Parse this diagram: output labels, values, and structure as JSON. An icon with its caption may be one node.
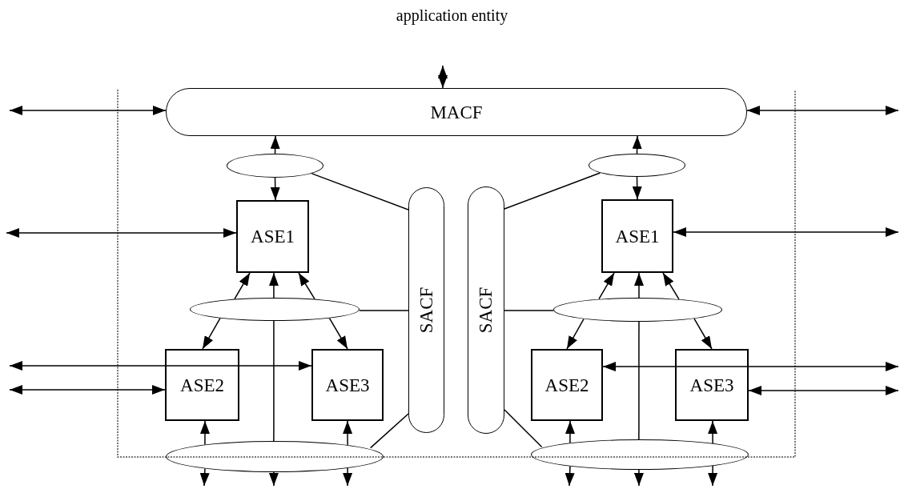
{
  "diagram": {
    "title": "application entity",
    "nodes": [
      {
        "text": [
          "MACF"
        ]
      },
      {
        "text": [],
        "shape": "ellipse"
      },
      {
        "text": [],
        "shape": "ellipse"
      },
      {
        "text": [
          "SACF"
        ]
      },
      {
        "text": [
          "SACF"
        ]
      },
      {
        "text": [
          "ASE1"
        ]
      },
      {
        "text": [
          "ASE1"
        ]
      },
      {
        "text": [],
        "shape": "ellipse"
      },
      {
        "text": [],
        "shape": "ellipse"
      },
      {
        "text": [
          "ASE2"
        ]
      },
      {
        "text": [
          "ASE3"
        ]
      },
      {
        "text": [
          "ASE2"
        ]
      },
      {
        "text": [
          "ASE3"
        ]
      },
      {
        "text": [],
        "shape": "ellipse"
      },
      {
        "text": [],
        "shape": "ellipse"
      }
    ],
    "edges": [
      {
        "from": null,
        "to": 0,
        "arrow": "both"
      },
      {
        "from": null,
        "to": 0,
        "arrow": "both"
      },
      {
        "from": null,
        "to": 0,
        "arrow": "both"
      },
      {
        "from": 1,
        "to": 0,
        "arrow": "to"
      },
      {
        "from": 1,
        "to": 5,
        "arrow": "to"
      },
      {
        "from": 2,
        "to": 0,
        "arrow": "to"
      },
      {
        "from": 2,
        "to": 6,
        "arrow": "to"
      },
      {
        "from": 1,
        "to": 3,
        "arrow": "none"
      },
      {
        "from": 2,
        "to": 4,
        "arrow": "none"
      },
      {
        "from": null,
        "to": 5,
        "arrow": "both"
      },
      {
        "from": null,
        "to": 6,
        "arrow": "both"
      },
      {
        "from": 7,
        "to": 5,
        "arrow": "to"
      },
      {
        "from": 7,
        "to": 9,
        "arrow": "to"
      },
      {
        "from": 7,
        "to": 5,
        "arrow": "to"
      },
      {
        "from": 7,
        "to": 10,
        "arrow": "to"
      },
      {
        "from": 8,
        "to": 6,
        "arrow": "to"
      },
      {
        "from": 8,
        "to": 11,
        "arrow": "to"
      },
      {
        "from": 8,
        "to": 6,
        "arrow": "to"
      },
      {
        "from": 8,
        "to": 12,
        "arrow": "to"
      },
      {
        "from": 7,
        "to": 3,
        "arrow": "none"
      },
      {
        "from": 4,
        "to": 8,
        "arrow": "none"
      },
      {
        "from": 7,
        "to": 5,
        "arrow": "to"
      },
      {
        "from": 13,
        "to": null,
        "arrow": "to"
      },
      {
        "from": 8,
        "to": 6,
        "arrow": "to"
      },
      {
        "from": 14,
        "to": null,
        "arrow": "to"
      },
      {
        "from": null,
        "to": 10,
        "arrow": "both"
      },
      {
        "from": null,
        "to": 9,
        "arrow": "both"
      },
      {
        "from": null,
        "to": 11,
        "arrow": "both"
      },
      {
        "from": null,
        "to": 12,
        "arrow": "both"
      },
      {
        "from": 13,
        "to": 9,
        "arrow": "to"
      },
      {
        "from": 13,
        "to": null,
        "arrow": "to"
      },
      {
        "from": 13,
        "to": 10,
        "arrow": "to"
      },
      {
        "from": 13,
        "to": null,
        "arrow": "to"
      },
      {
        "from": 14,
        "to": 11,
        "arrow": "to"
      },
      {
        "from": 14,
        "to": null,
        "arrow": "to"
      },
      {
        "from": 14,
        "to": 12,
        "arrow": "to"
      },
      {
        "from": 14,
        "to": null,
        "arrow": "to"
      },
      {
        "from": 13,
        "to": 3,
        "arrow": "none"
      },
      {
        "from": 4,
        "to": 14,
        "arrow": "none"
      },
      {
        "from": 13,
        "to": 7,
        "arrow": "none"
      },
      {
        "from": 14,
        "to": 8,
        "arrow": "none"
      }
    ]
  }
}
